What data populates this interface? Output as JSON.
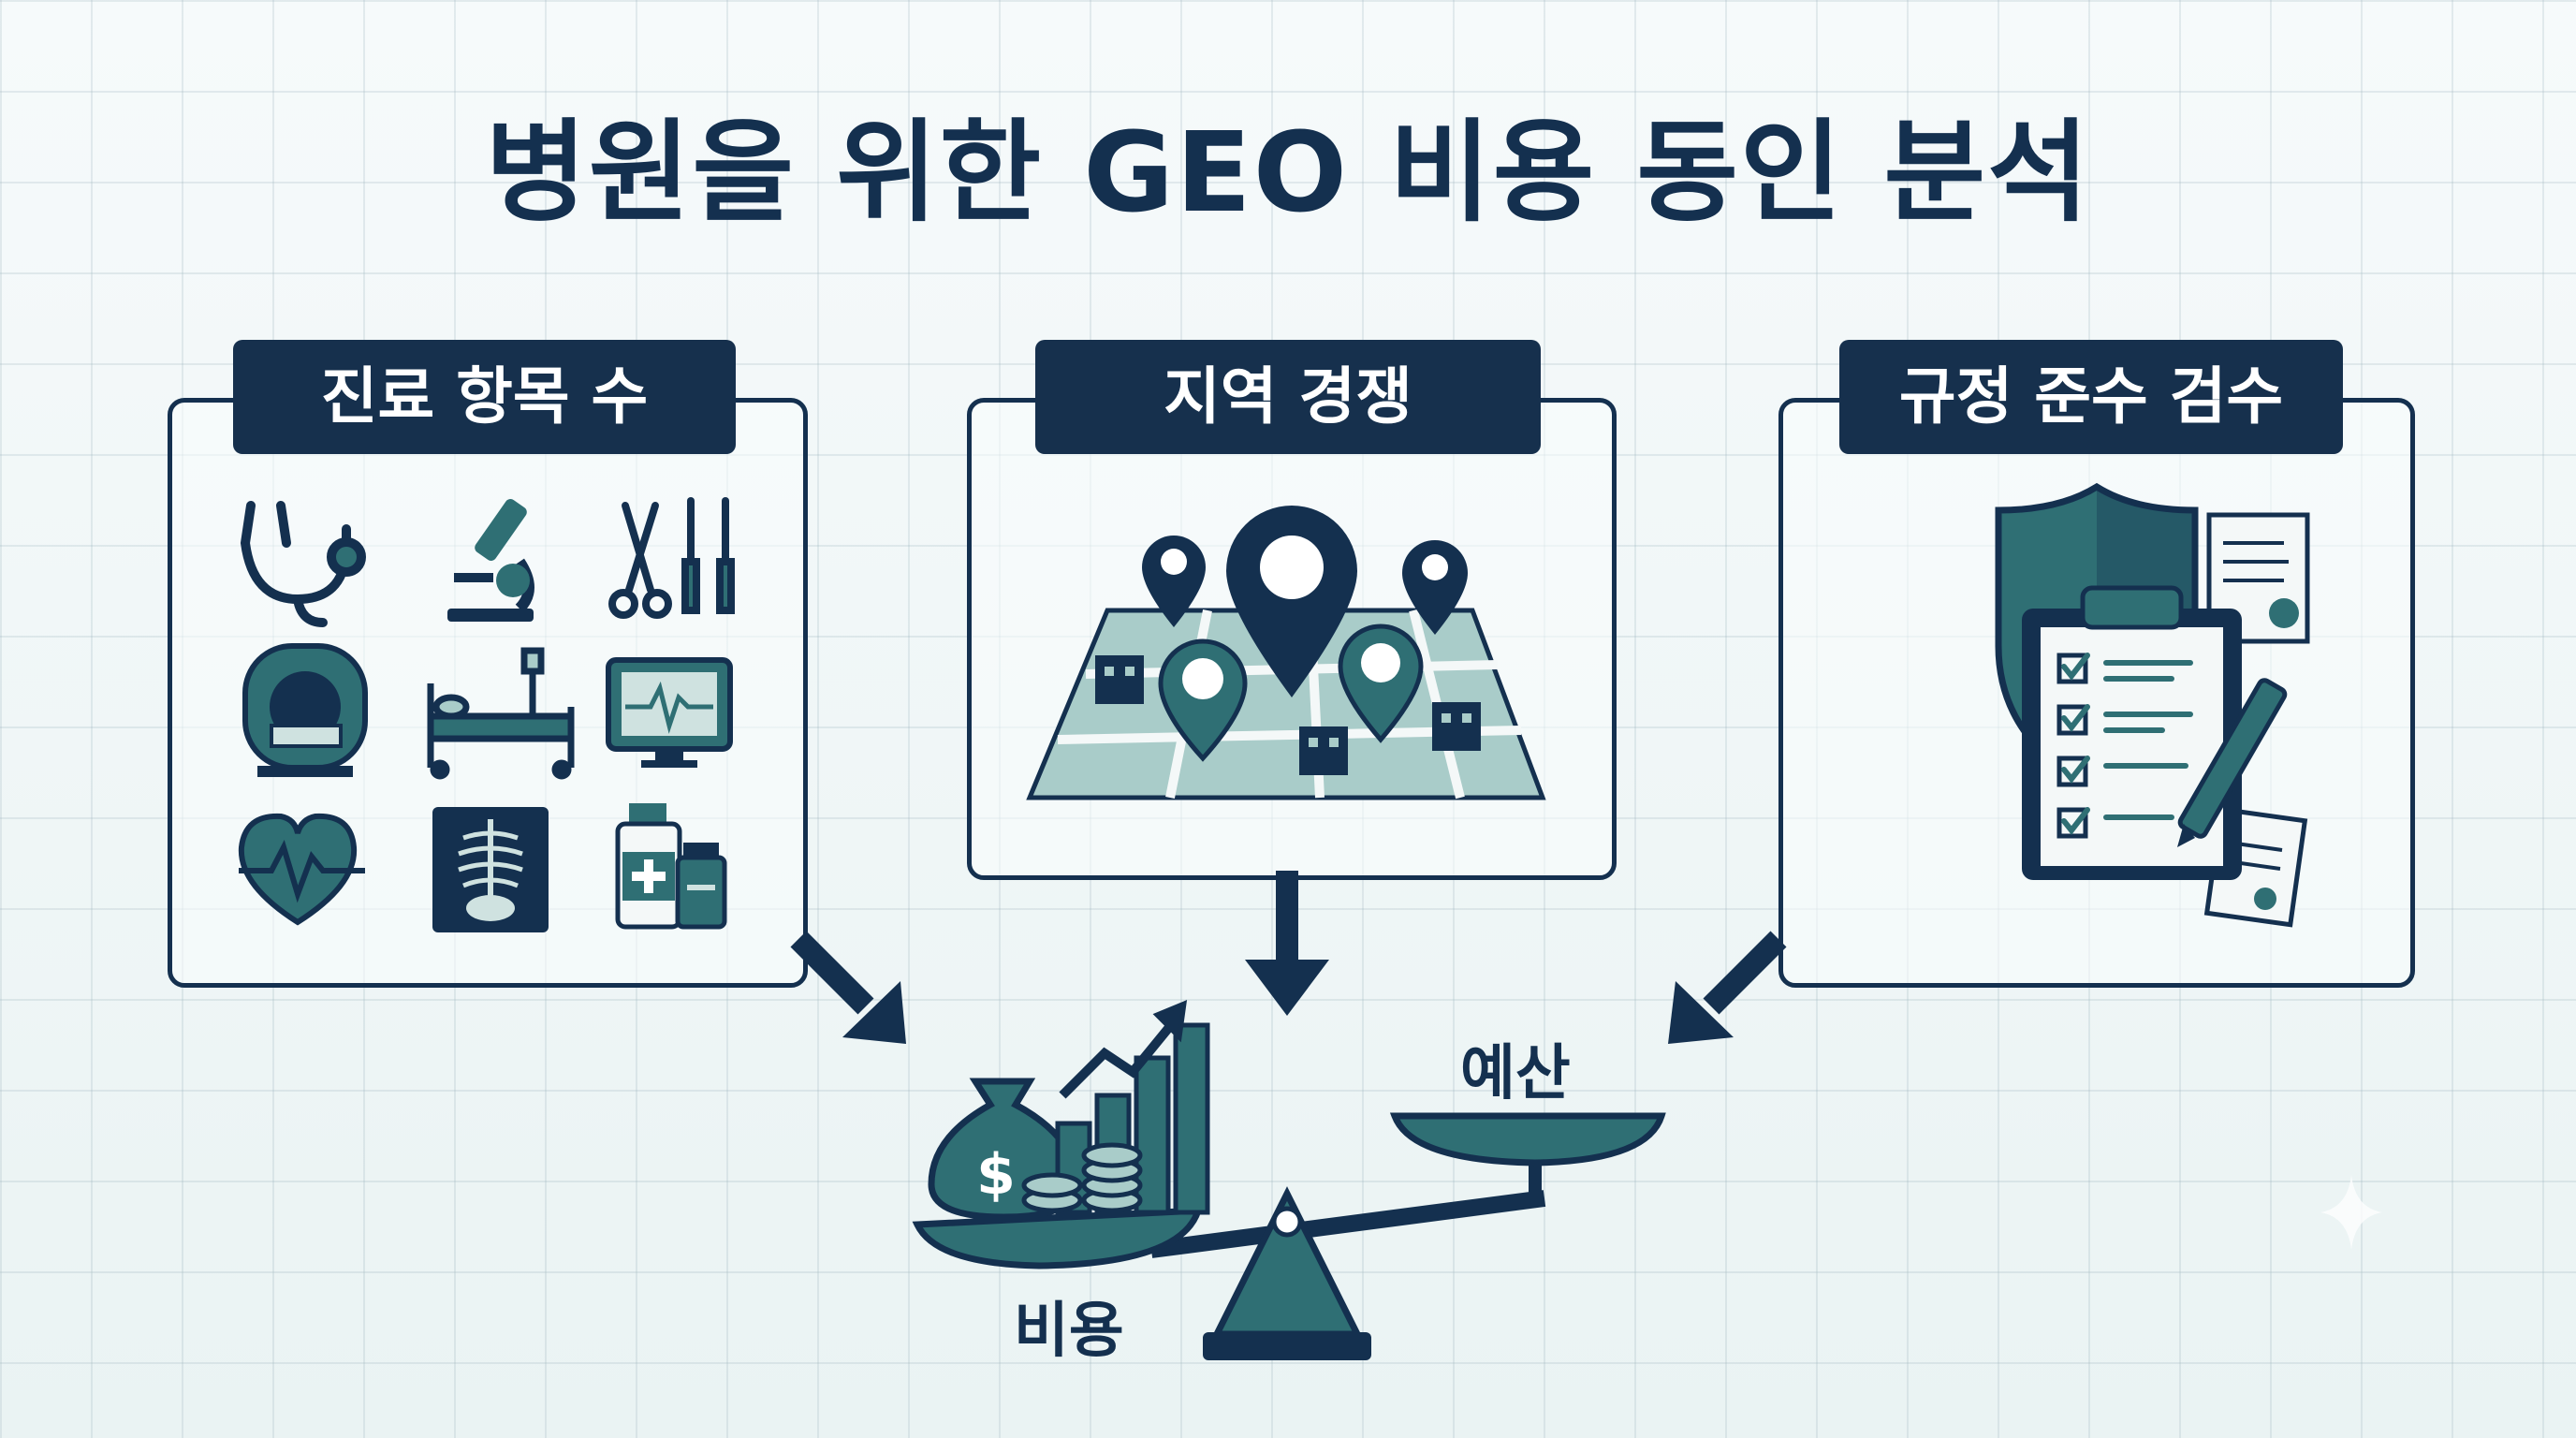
{
  "title": "병원을 위한 GEO 비용 동인 분석",
  "factors": [
    {
      "label": "진료 항목 수",
      "icons": [
        "stethoscope-icon",
        "microscope-icon",
        "surgical-tools-icon",
        "mri-scanner-icon",
        "hospital-bed-icon",
        "heart-monitor-icon",
        "heartbeat-icon",
        "xray-icon",
        "medicine-bottles-icon"
      ]
    },
    {
      "label": "지역 경쟁",
      "icons": [
        "location-pin-icon",
        "city-map-icon",
        "hospital-building-icon"
      ]
    },
    {
      "label": "규정 준수 검수",
      "icons": [
        "shield-check-icon",
        "clipboard-checklist-icon",
        "pen-icon",
        "document-icon"
      ]
    }
  ],
  "scale": {
    "cost_label": "비용",
    "budget_label": "예산",
    "icons": [
      "money-bag-icon",
      "coin-stack-icon",
      "growth-chart-icon",
      "balance-scale-icon"
    ],
    "currency_symbol": "$"
  },
  "colors": {
    "navy": "#14304f",
    "teal": "#2f6f74",
    "light_teal": "#a9ccc9",
    "background": "#eef6f6"
  }
}
